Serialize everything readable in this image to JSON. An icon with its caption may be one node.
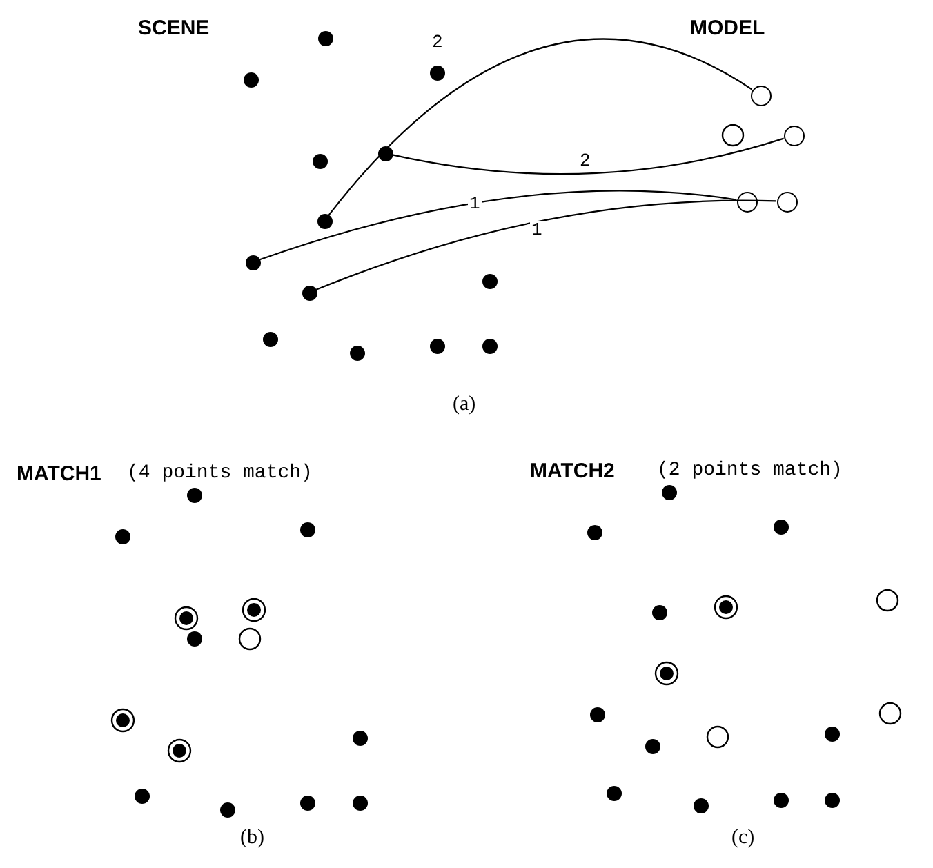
{
  "diagram": {
    "nodes": [
      {
        "text": [],
        "shape": "circle"
      },
      {
        "text": [],
        "shape": "circle"
      },
      {
        "text": [],
        "shape": "circle"
      },
      {
        "text": [],
        "shape": "circle"
      },
      {
        "text": [],
        "shape": "circle"
      },
      {
        "text": [],
        "shape": "circle"
      },
      {
        "text": [],
        "shape": "circle"
      },
      {
        "text": [],
        "shape": "circle"
      }
    ],
    "edges": [
      {
        "from": 0,
        "to": 4,
        "arrow": "none",
        "label": "2"
      },
      {
        "from": 1,
        "to": 5,
        "arrow": "none",
        "label": "2"
      },
      {
        "from": 2,
        "to": 6,
        "arrow": "none",
        "label": "1"
      },
      {
        "from": 3,
        "to": 7,
        "arrow": "none",
        "label": "1"
      }
    ],
    "labels": [
      "SCENE",
      "MODEL",
      "(a)",
      "MATCH1",
      "(4 points match)",
      "MATCH2",
      "(2 points match)",
      "(b)",
      "(c)"
    ]
  }
}
